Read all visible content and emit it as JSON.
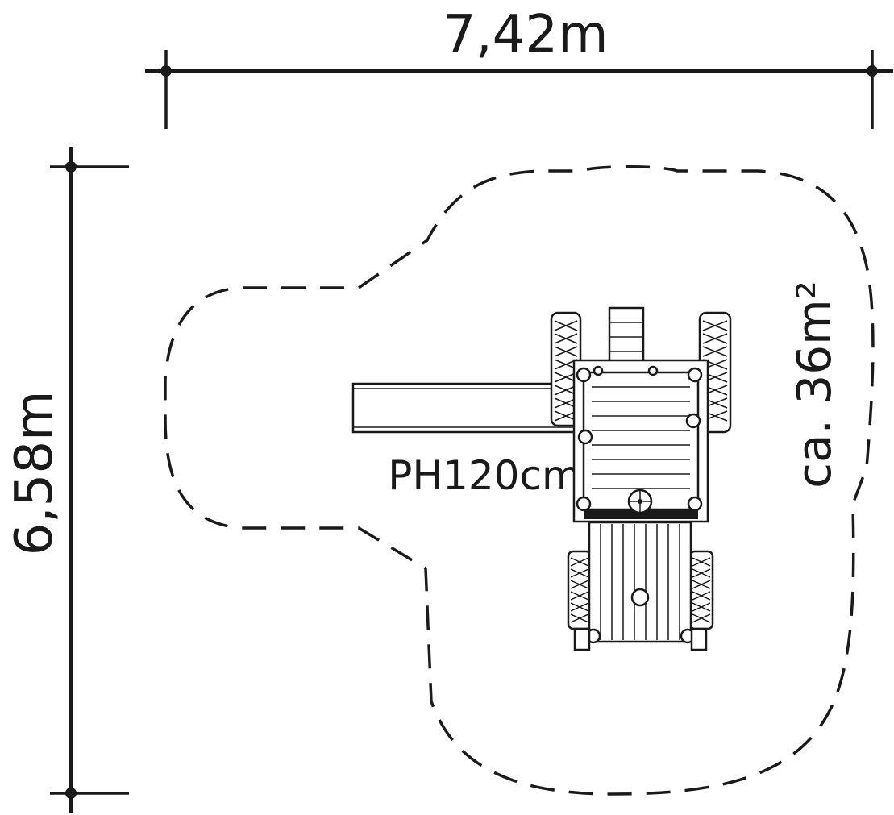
{
  "dimensions": {
    "width_label": "7,42m",
    "height_label": "6,58m",
    "area_label": "ca. 36m²",
    "platform_label": "PH120cm"
  },
  "colors": {
    "ink": "#1a1a1a",
    "background": "#ffffff"
  }
}
